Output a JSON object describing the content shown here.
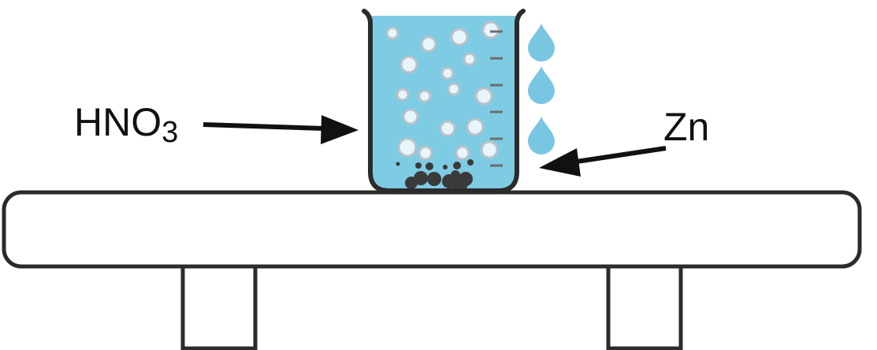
{
  "labels": {
    "acid": {
      "main": "HNO",
      "subscript": "3"
    },
    "metal": "Zn"
  },
  "colors": {
    "liquid": "#7ecbe4",
    "bubble_fill": "#e8f5fb",
    "bubble_ring": "#b8c2c8",
    "outline": "#2b2b2b",
    "metal_particles": "#3a3a3a",
    "drops": "#79c6e2",
    "graduation": "#6d6d6d"
  },
  "icons": [
    "beaker-icon",
    "bubble-icon",
    "zinc-particle-icon",
    "droplet-icon",
    "arrow-icon"
  ]
}
